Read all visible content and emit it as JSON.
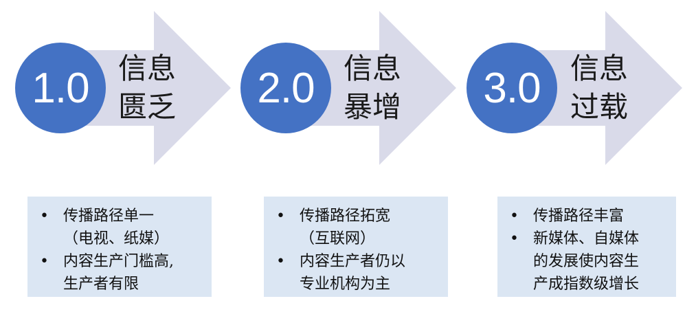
{
  "stages": [
    {
      "number": "1.0",
      "title_line1": "信息",
      "title_line2": "匮乏",
      "bullets": [
        [
          "传播路径单一",
          "（电视、纸媒）"
        ],
        [
          "内容生产门槛高,",
          "生产者有限"
        ]
      ]
    },
    {
      "number": "2.0",
      "title_line1": "信息",
      "title_line2": "暴增",
      "bullets": [
        [
          "传播路径拓宽",
          "（互联网）"
        ],
        [
          "内容生产者仍以",
          "专业机构为主"
        ]
      ]
    },
    {
      "number": "3.0",
      "title_line1": "信息",
      "title_line2": "过载",
      "bullets": [
        [
          "传播路径丰富"
        ],
        [
          "新媒体、自媒体",
          "的发展使内容生",
          "产成指数级增长"
        ]
      ]
    }
  ],
  "colors": {
    "arrow": "#d9dae9",
    "circle": "#4472c4",
    "box": "#dbe6f3"
  }
}
